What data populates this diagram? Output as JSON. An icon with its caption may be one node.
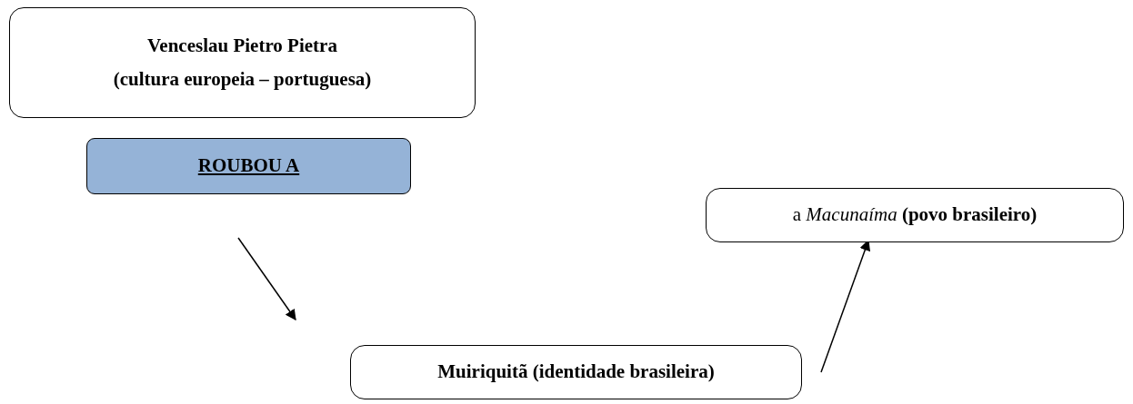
{
  "diagram": {
    "nodes": [
      {
        "text": [
          "Venceslau Pietro Pietra",
          "(cultura europeia – portuguesa)"
        ]
      },
      {
        "text": [
          "ROUBOU A"
        ]
      },
      {
        "text": [
          "a *Macunaíma* **(povo brasileiro)**"
        ]
      },
      {
        "text": [
          "Muiriquitã (identidade brasileira)"
        ]
      }
    ],
    "edges": [
      {
        "from": 1,
        "to": 3,
        "arrow": "to"
      },
      {
        "from": 3,
        "to": 2,
        "arrow": "to"
      }
    ]
  }
}
